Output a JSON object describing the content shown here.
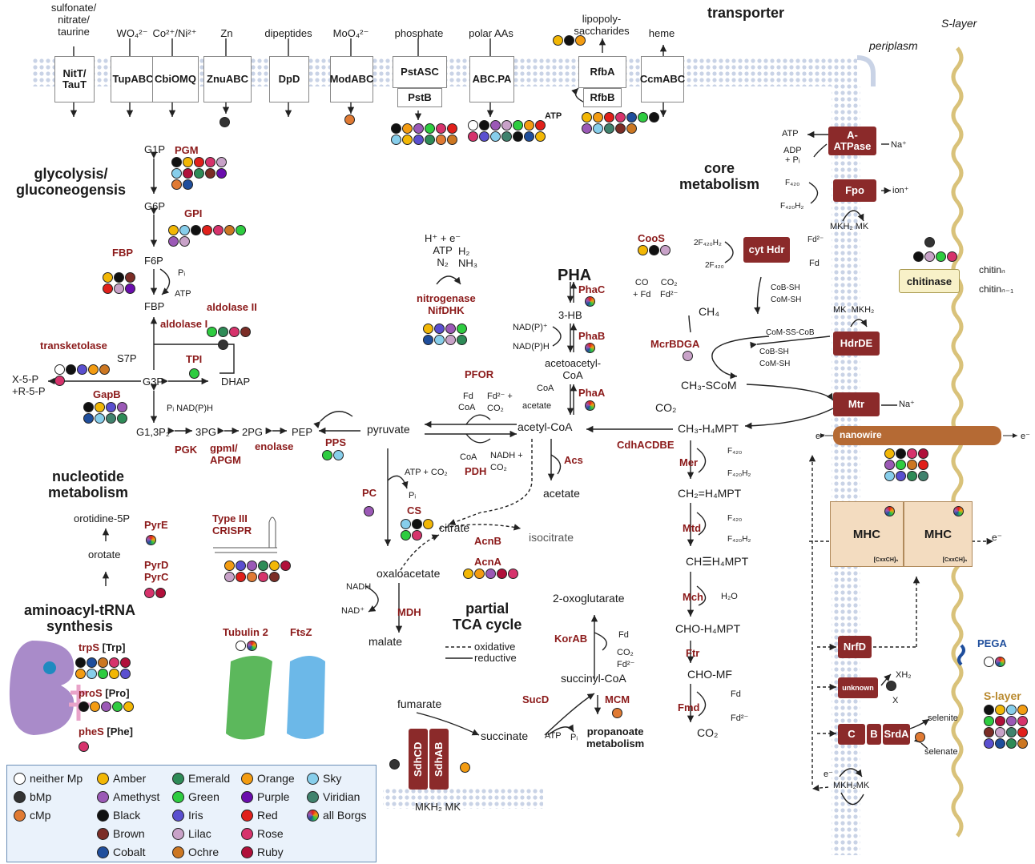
{
  "sections": {
    "transporter": "transporter",
    "glycolysis": "glycolysis/\ngluconeogensis",
    "core_metabolism": "core\nmetabolism",
    "nucleotide": "nucleotide\nmetabolism",
    "aminoacyl": "aminoacyl-tRNA\nsynthesis",
    "tca": "partial\nTCA cycle"
  },
  "regions": {
    "s_layer": "S-layer",
    "periplasm": "periplasm"
  },
  "transporters": [
    {
      "substrate": "sulfonate/\nnitrate/\ntaurine",
      "name": "NitT/\nTauT"
    },
    {
      "substrate": "WO₄²⁻",
      "name": "TupABC"
    },
    {
      "substrate": "Co²⁺/Ni²⁺",
      "name": "CbiOMQ"
    },
    {
      "substrate": "Zn",
      "name": "ZnuABC"
    },
    {
      "substrate": "dipeptides",
      "name": "DpD"
    },
    {
      "substrate": "MoO₄²⁻",
      "name": "ModABC"
    },
    {
      "substrate": "phosphate",
      "name": "PstASC",
      "sub": "PstB"
    },
    {
      "substrate": "polar AAs",
      "name": "ABC.PA"
    },
    {
      "substrate": "lipopoly-\nsaccharides",
      "name": "RfbA",
      "sub": "RfbB",
      "extra": "ATP"
    },
    {
      "substrate": "heme",
      "name": "CcmABC"
    }
  ],
  "glycolysis": {
    "metabolites": [
      "G1P",
      "G6P",
      "F6P",
      "FBP",
      "G3P",
      "DHAP",
      "S7P",
      "X-5-P\n+R-5-P",
      "G1,3P₂",
      "3PG",
      "2PG",
      "PEP",
      "pyruvate"
    ],
    "enzymes": [
      "PGM",
      "GPI",
      "FBP",
      "aldolase II",
      "aldolase I",
      "transketolase",
      "TPI",
      "GapB",
      "PGK",
      "gpmI/\nAPGM",
      "enolase",
      "PPS"
    ],
    "cofactors": [
      "Pᵢ",
      "ATP",
      "Pᵢ NAD(P)H"
    ]
  },
  "nucleotide": {
    "metabolites": [
      "orotidine-5P",
      "orotate"
    ],
    "enzymes": [
      "PyrE",
      "PyrD\nPyrC"
    ]
  },
  "aminoacyl": {
    "items": [
      {
        "enzyme": "trpS",
        "aa": "[Trp]"
      },
      {
        "enzyme": "proS",
        "aa": "[Pro]"
      },
      {
        "enzyme": "pheS",
        "aa": "[Phe]"
      }
    ]
  },
  "crispr": {
    "label": "Type III\nCRISPR"
  },
  "cytoskeleton": [
    "Tubulin 2",
    "FtsZ"
  ],
  "pha": {
    "title": "PHA",
    "metabolites": [
      "3-HB",
      "acetoacetyl-\nCoA",
      "acetyl-CoA",
      "acetate",
      "NAD(P)⁺",
      "NAD(P)H",
      "CoA",
      "acetate"
    ],
    "enzymes": [
      "PhaC",
      "PhaB",
      "PhaA",
      "Acs"
    ]
  },
  "nitrogenase": {
    "inputs": "H⁺ + e⁻\nATP\nN₂",
    "outputs": "H₂\nNH₃",
    "label": "nitrogenase\nNifDHK"
  },
  "pyruvate_node": {
    "enzymes": [
      "PFOR",
      "PDH",
      "PC"
    ],
    "labels": [
      "Fd",
      "Fd²⁻ +\nCO₂",
      "CoA",
      "CoA",
      "NADH +\nCO₂",
      "ATP + CO₂",
      "Pᵢ"
    ]
  },
  "tca": {
    "metabolites": [
      "citrate",
      "isocitrate",
      "oxaloacetate",
      "malate",
      "2-oxoglutarate",
      "succinyl-CoA",
      "succinate",
      "fumarate"
    ],
    "enzymes": [
      "CS",
      "AcnB",
      "AcnA",
      "MDH",
      "KorAB",
      "SucD",
      "MCM"
    ],
    "cofactors": [
      "NADH",
      "NAD⁺",
      "Fd",
      "CO₂\nFd²⁻",
      "ATP",
      "Pᵢ"
    ],
    "legend": [
      "oxidative",
      "reductive"
    ],
    "propanoate": "propanoate\nmetabolism",
    "sdh": [
      "SdhCD",
      "SdhAB"
    ],
    "mk": "MKH₂ MK"
  },
  "methanogenesis": {
    "metabolites": [
      "CH₄",
      "CH₃-SCoM",
      "CH₃-H₄MPT",
      "CH₂=H₄MPT",
      "CH☰H₄MPT",
      "CHO-H₄MPT",
      "CHO-MF",
      "CO₂",
      "CO₂"
    ],
    "enzymes": [
      "McrBDGA",
      "CdhACDBE",
      "Mer",
      "Mtd",
      "Mch",
      "Ftr",
      "Fmd",
      "CooS"
    ],
    "cofactors": [
      "F₄₂₀",
      "F₄₂₀H₂",
      "F₄₂₀",
      "F₄₂₀H₂",
      "H₂O",
      "Fd",
      "Fd²⁻",
      "CO\n+ Fd",
      "CO₂\nFd²⁻",
      "2F₄₂₀H₂",
      "2F₄₂₀",
      "Fd²⁻",
      "Fd",
      "CoB-SH\nCoM-SH",
      "CoM-SS-CoB",
      "CoB-SH\nCoM-SH"
    ]
  },
  "membrane_complexes": [
    {
      "name": "A-\nATPase",
      "left": "ATP",
      "left2": "ADP\n+ Pᵢ",
      "right": "Na⁺"
    },
    {
      "name": "Fpo",
      "left": "F₄₂₀",
      "left2": "F₄₂₀H₂",
      "right": "ion⁺",
      "below": "MKH₂ MK"
    },
    {
      "name": "cyt Hdr"
    },
    {
      "name": "HdrDE",
      "above": "MK  MKH₂"
    },
    {
      "name": "Mtr",
      "right": "Na⁺"
    }
  ],
  "chitinase": {
    "label": "chitinase",
    "out": [
      "chitinₙ",
      "chitinₙ₋₁"
    ]
  },
  "nanowire": {
    "label": "nanowire",
    "e_left": "e⁻",
    "e_right": "e⁻"
  },
  "mhc": {
    "labels": [
      "MHC",
      "MHC"
    ],
    "motif": "[CxxCH]ₙ",
    "e": "e⁻"
  },
  "periplasmic": {
    "nrfd": "NrfD",
    "unknown": "unknown",
    "xh2": "XH₂",
    "x": "X",
    "srda": [
      "C",
      "B",
      "SrdA"
    ],
    "selenite": "selenite",
    "selenate": "selenate",
    "mk": "MKH₂MK",
    "e": "e⁻",
    "pega": "PEGA",
    "slayer": "S-layer"
  },
  "legend": [
    {
      "label": "neither Mp",
      "color": "#ffffff"
    },
    {
      "label": "bMp",
      "color": "#333333"
    },
    {
      "label": "cMp",
      "color": "#e07a33"
    },
    {
      "label": "Amber",
      "color": "#f2b705"
    },
    {
      "label": "Amethyst",
      "color": "#9b59b6"
    },
    {
      "label": "Black",
      "color": "#111111"
    },
    {
      "label": "Brown",
      "color": "#7b2d26"
    },
    {
      "label": "Cobalt",
      "color": "#1f4e9c"
    },
    {
      "label": "Emerald",
      "color": "#2e8b57"
    },
    {
      "label": "Green",
      "color": "#2ecc40"
    },
    {
      "label": "Iris",
      "color": "#5a4fcf"
    },
    {
      "label": "Lilac",
      "color": "#c8a2c8"
    },
    {
      "label": "Ochre",
      "color": "#cc7722"
    },
    {
      "label": "Orange",
      "color": "#f39c12"
    },
    {
      "label": "Purple",
      "color": "#6a0dad"
    },
    {
      "label": "Red",
      "color": "#e0201b"
    },
    {
      "label": "Rose",
      "color": "#d6336c"
    },
    {
      "label": "Ruby",
      "color": "#b0103a"
    },
    {
      "label": "Sky",
      "color": "#87ceeb"
    },
    {
      "label": "Viridian",
      "color": "#40826d"
    },
    {
      "label": "all Borgs",
      "color": "#f39c12"
    }
  ]
}
